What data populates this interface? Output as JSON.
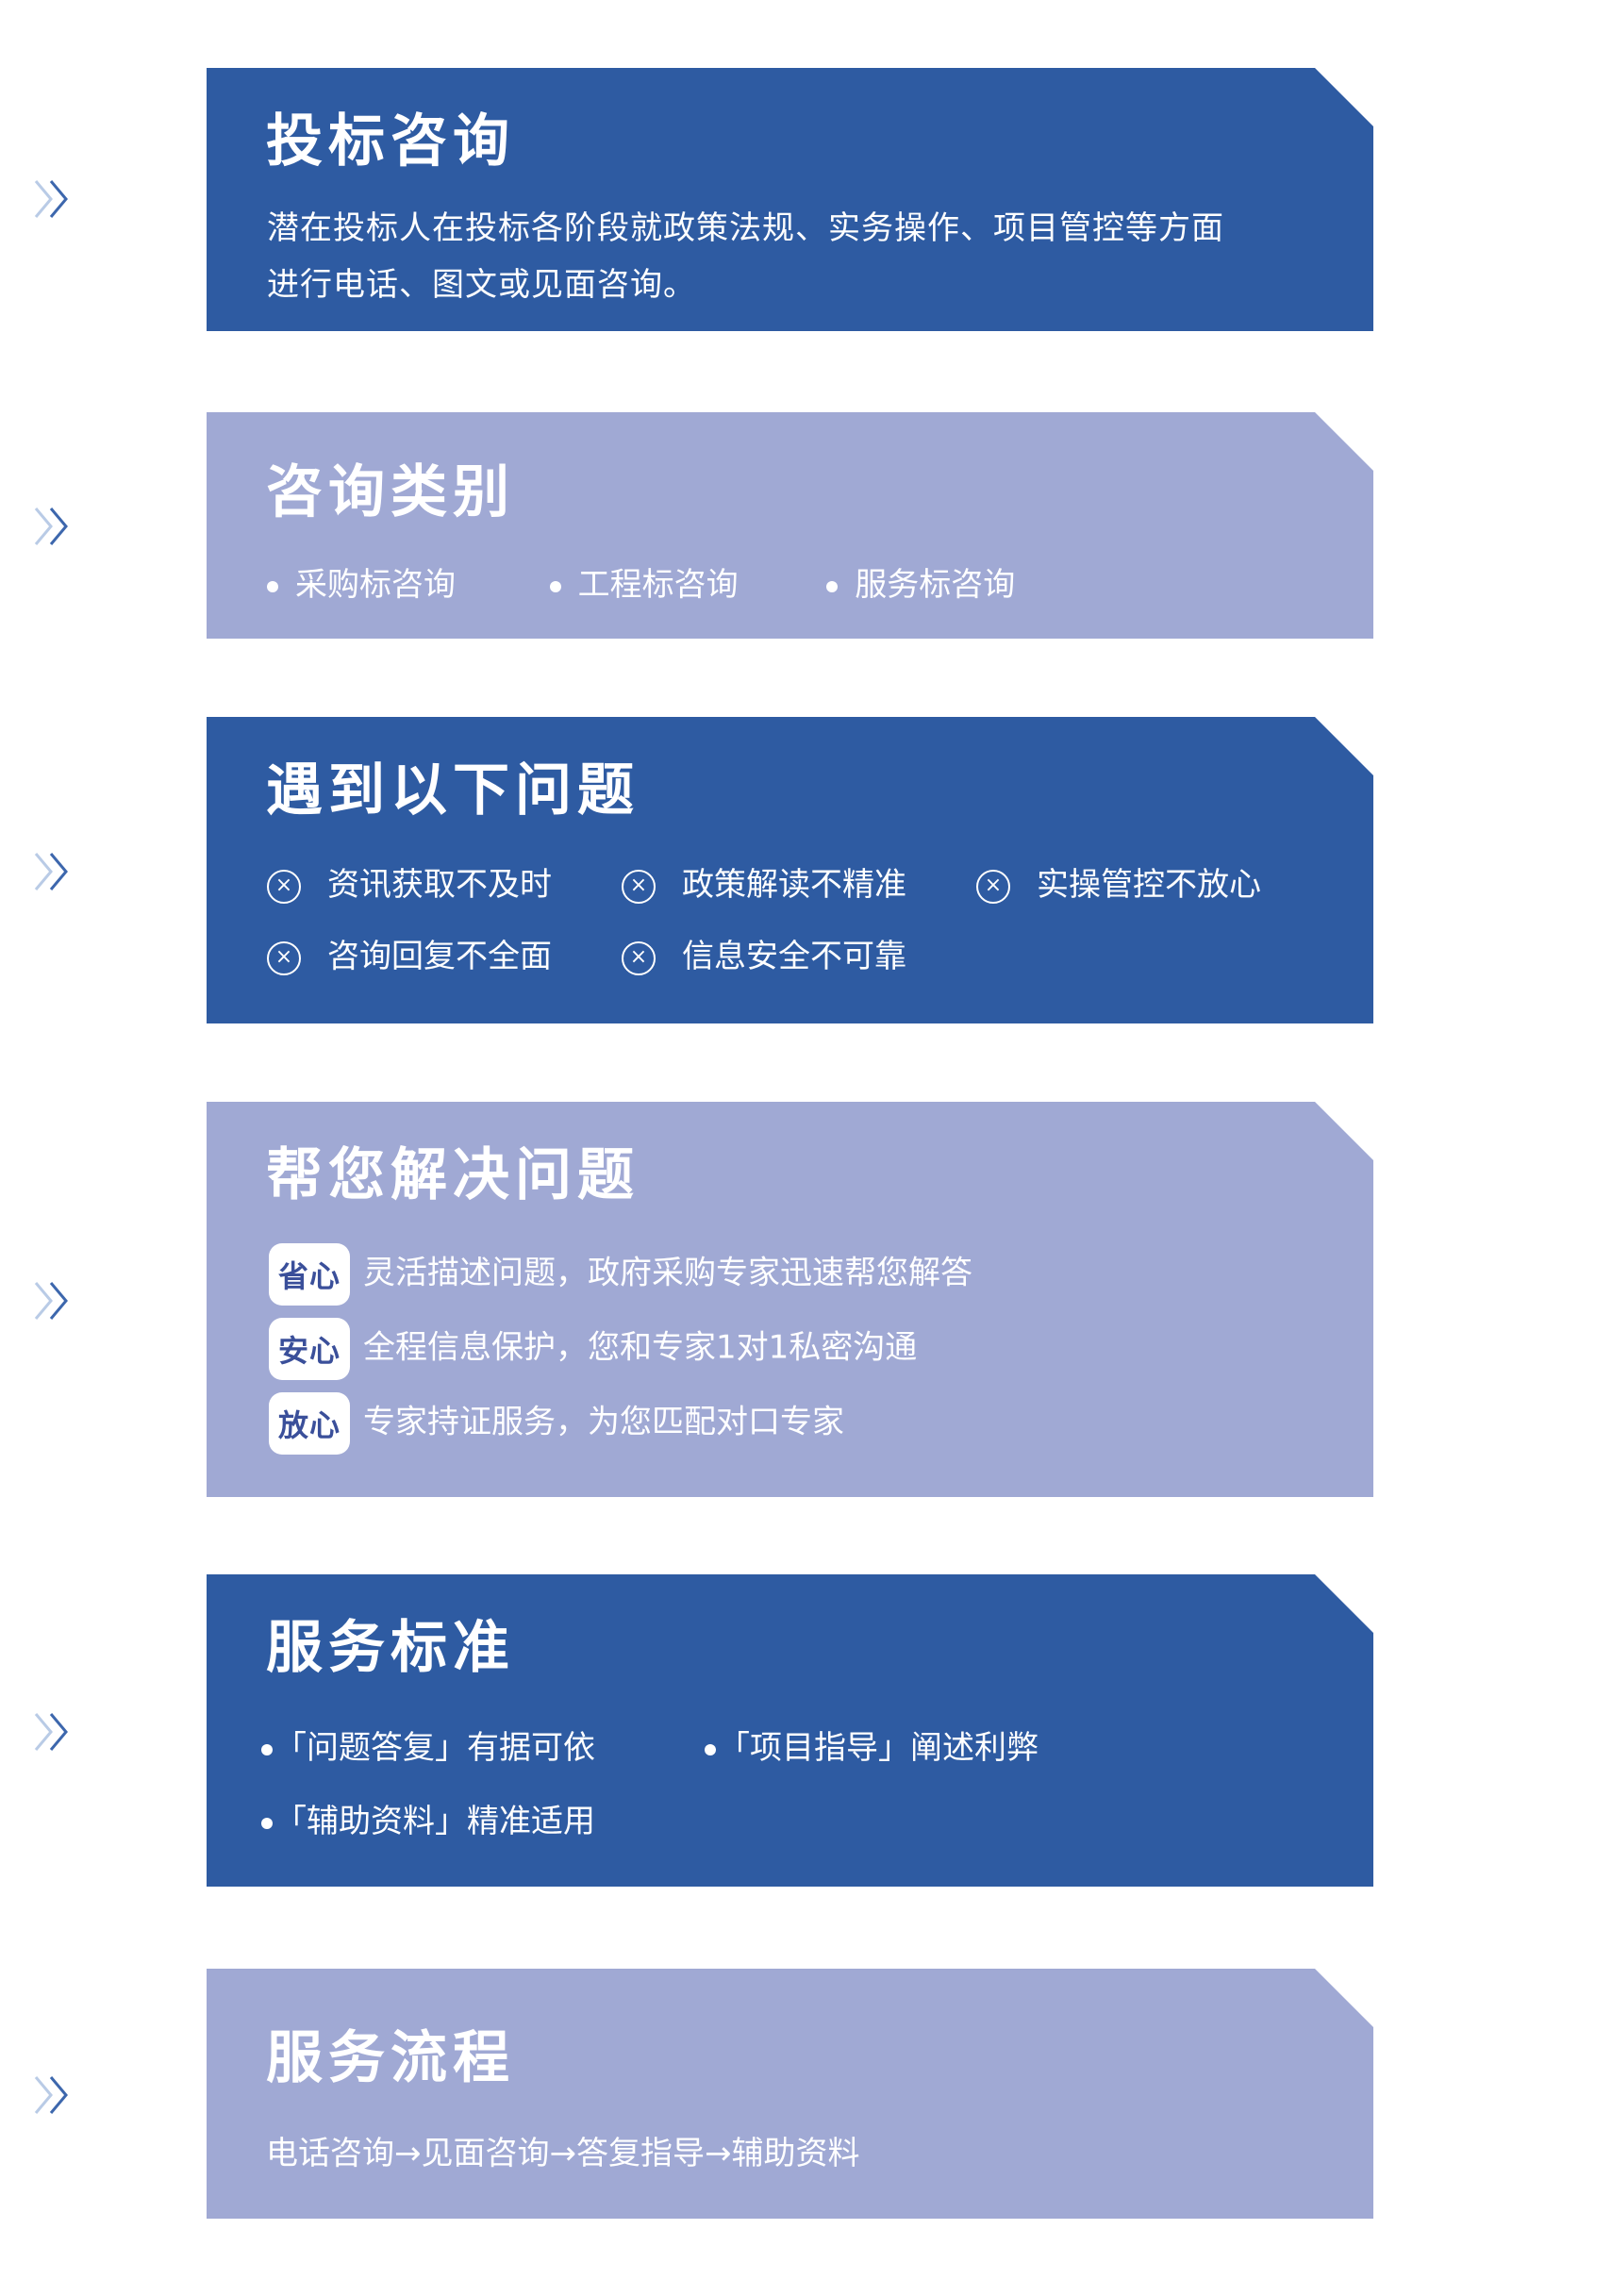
{
  "colors": {
    "dark_panel": "#2e5ba2",
    "light_panel": "#a0a9d4",
    "badge_text": "#3a4f9a",
    "chevron_light": "#b9cbe6",
    "chevron_dark": "#3d67ad"
  },
  "sections": [
    {
      "title": "投标咨询",
      "description": [
        "潜在投标人在投标各阶段就政策法规、实务操作、项目管控等方面",
        "进行电话、图文或见面咨询。"
      ]
    },
    {
      "title": "咨询类别",
      "items": [
        "采购标咨询",
        "工程标咨询",
        "服务标咨询"
      ]
    },
    {
      "title": "遇到以下问题",
      "problems": [
        "资讯获取不及时",
        "政策解读不精准",
        "实操管控不放心",
        "咨询回复不全面",
        "信息安全不可靠"
      ],
      "icon": "circle-x-icon",
      "icon_glyph": "×"
    },
    {
      "title": "帮您解决问题",
      "benefits": [
        {
          "badge": "省心",
          "text": "灵活描述问题，政府采购专家迅速帮您解答"
        },
        {
          "badge": "安心",
          "text": "全程信息保护，您和专家1对1私密沟通"
        },
        {
          "badge": "放心",
          "text": "专家持证服务，为您匹配对口专家"
        }
      ]
    },
    {
      "title": "服务标准",
      "standards": [
        "「问题答复」有据可依",
        "「项目指导」阐述利弊",
        "「辅助资料」精准适用"
      ]
    },
    {
      "title": "服务流程",
      "flow": "电话咨询→见面咨询→答复指导→辅助资料"
    }
  ]
}
